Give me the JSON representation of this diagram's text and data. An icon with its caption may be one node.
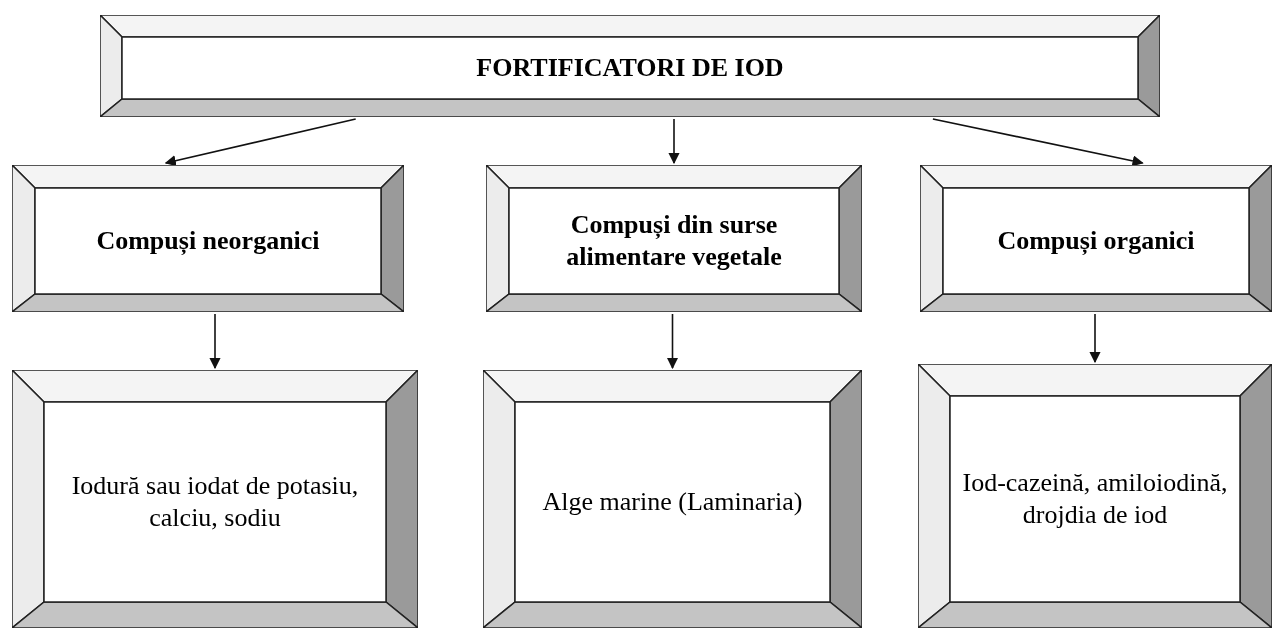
{
  "diagram": {
    "nodes": [
      {
        "text": [
          "FORTIFICATORI DE IOD"
        ]
      },
      {
        "text": [
          "Compuși neorganici"
        ]
      },
      {
        "text": [
          "Compuși din surse alimentare vegetale"
        ]
      },
      {
        "text": [
          "Compuși organici"
        ]
      },
      {
        "text": [
          "Iodură sau iodat de potasiu, calciu, sodiu"
        ]
      },
      {
        "text": [
          "Alge marine (Laminaria)"
        ]
      },
      {
        "text": [
          "Iod-cazeină, amiloiodină, drojdia de iod"
        ]
      }
    ],
    "edges": [
      {
        "from": 0,
        "to": 1,
        "arrow": "to"
      },
      {
        "from": 0,
        "to": 2,
        "arrow": "to"
      },
      {
        "from": 0,
        "to": 3,
        "arrow": "to"
      },
      {
        "from": 1,
        "to": 4,
        "arrow": "to"
      },
      {
        "from": 2,
        "to": 5,
        "arrow": "to"
      },
      {
        "from": 3,
        "to": 6,
        "arrow": "to"
      }
    ]
  }
}
